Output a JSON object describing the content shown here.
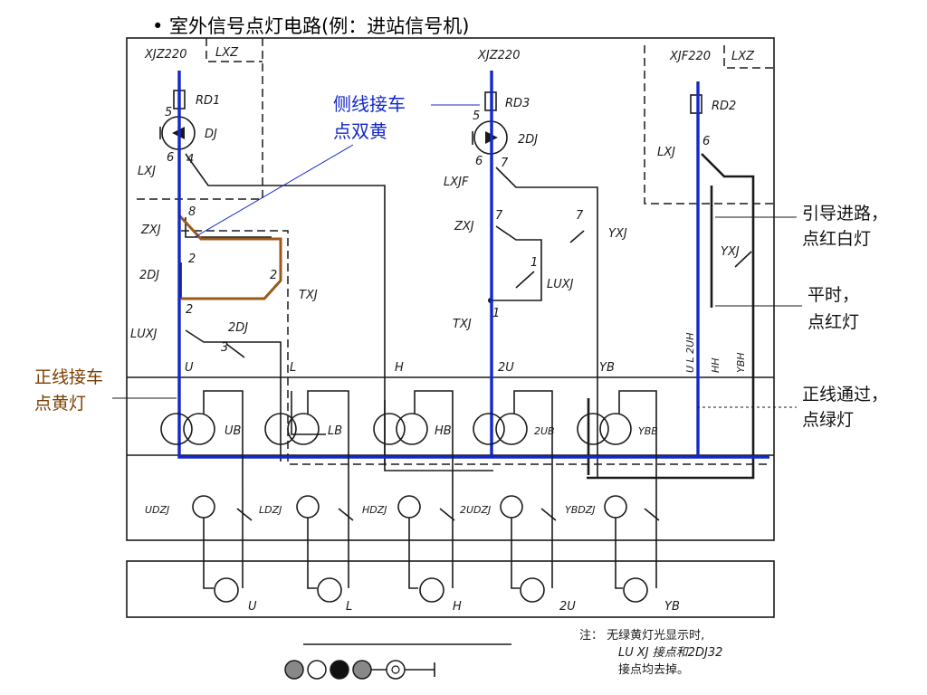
{
  "title": "• 室外信号点灯电路(例：进站信号机)",
  "annotations": {
    "side_line": [
      "侧线接车",
      "点双黄"
    ],
    "main_line_receive": [
      "正线接车",
      "点黄灯"
    ],
    "guide_route": [
      "引导进路，",
      "点红白灯"
    ],
    "normal": [
      "平时，",
      "点红灯"
    ],
    "main_line_pass": [
      "正线通过，",
      "点绿灯"
    ]
  },
  "power": {
    "left": "XJZ220",
    "left_box": "LXZ",
    "middle": "XJZ220",
    "right": "XJF220",
    "right_box": "LXZ"
  },
  "fuses": {
    "rd1": "RD1",
    "rd3": "RD3",
    "rd2": "RD2"
  },
  "lamps_relays": {
    "dj": "DJ",
    "dj2": "2DJ"
  },
  "contacts": {
    "lxj": "LXJ",
    "lxj_mid": "LXJF",
    "lxj_right": "LXJ",
    "zxj_left": "ZXJ",
    "zxj_mid": "ZXJ",
    "dj2_left": "2DJ",
    "txj_left": "TXJ",
    "txj_mid": "TXJ",
    "luxj_left": "LUXJ",
    "dj2_lower": "2DJ",
    "yxj_mid": "YXJ",
    "luxj_mid": "LUXJ",
    "yxj_right": "YXJ"
  },
  "pins": {
    "p5a": "5",
    "p6a": "6",
    "p4a": "4",
    "p8": "8",
    "p2a": "2",
    "p2b": "2",
    "p2c": "2",
    "p3": "3",
    "p5b": "5",
    "p6b": "6",
    "p7a": "7",
    "p7b": "7",
    "p7c": "7",
    "p1a": "1",
    "p1b": "1",
    "p6c": "6"
  },
  "wires": {
    "u": "U",
    "l": "L",
    "h": "H",
    "u2": "2U",
    "yb": "YB",
    "r_ul": "U L 2UH",
    "r_hh": "HH",
    "r_ybh": "YBH"
  },
  "transformers": [
    "UB",
    "LB",
    "HB",
    "2UB",
    "YBB"
  ],
  "filament_relays": [
    "UDZJ",
    "LDZJ",
    "HDZJ",
    "2UDZJ",
    "YBDZJ"
  ],
  "lamps": [
    "U",
    "L",
    "H",
    "2U",
    "YB"
  ],
  "note": {
    "line1": "注：  无绿黄灯光显示时,",
    "line2": "LU XJ 接点和2DJ32",
    "line3": "接点均去掉。"
  }
}
